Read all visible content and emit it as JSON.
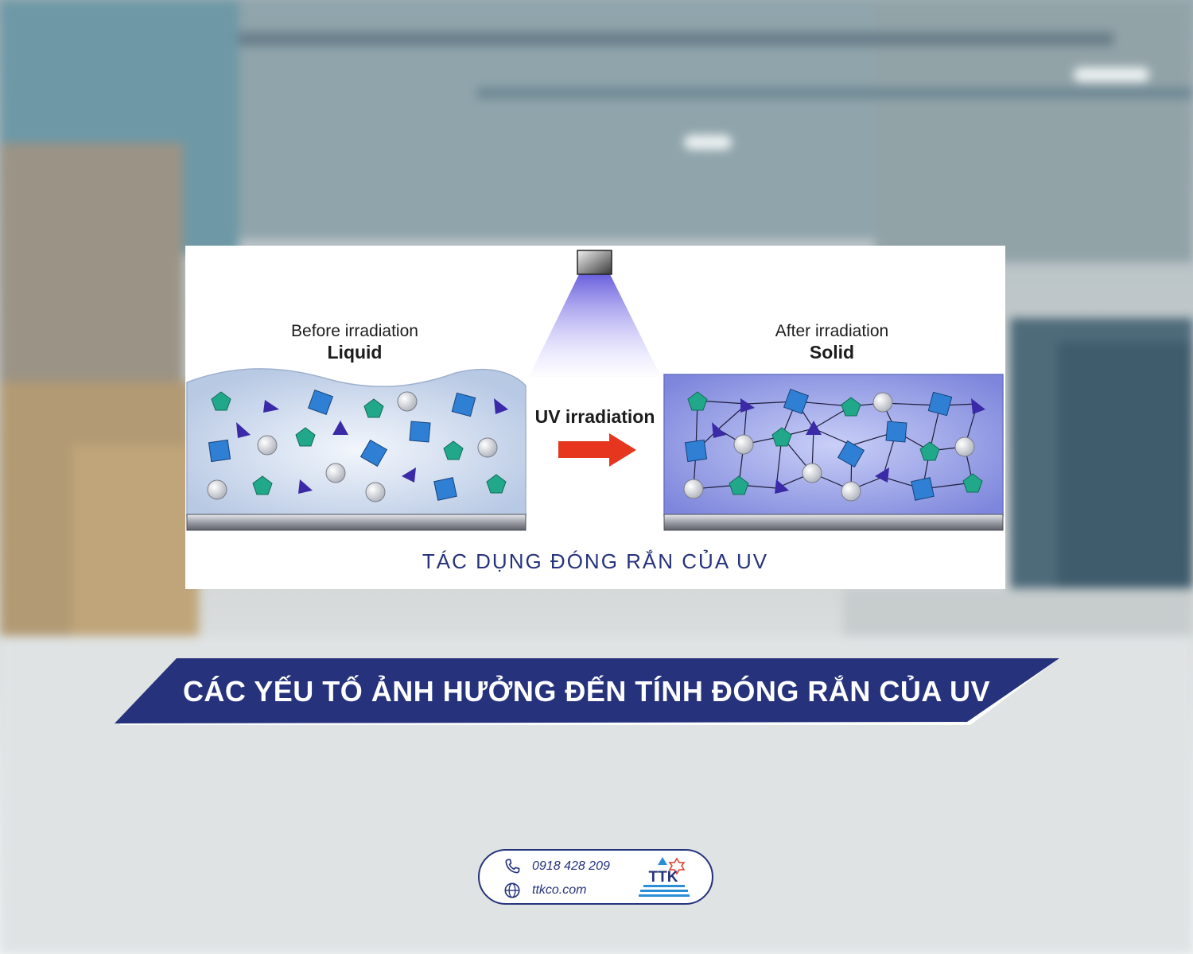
{
  "diagram": {
    "before_label": "Before irradiation",
    "before_state": "Liquid",
    "after_label": "After irradiation",
    "after_state": "Solid",
    "process_label": "UV irradiation",
    "caption": "TÁC DỤNG ĐÓNG RẮN CỦA UV"
  },
  "banner": {
    "title": "CÁC YẾU TỐ ẢNH HƯỞNG ĐẾN TÍNH ĐÓNG RẮN CỦA UV"
  },
  "contact": {
    "phone": "0918 428 209",
    "website": "ttkco.com",
    "logo_text": "TTK"
  },
  "colors": {
    "brand_navy": "#26337c",
    "arrow_red": "#e6361d",
    "liquid_fill": "#c9d6ea",
    "solid_fill": "#8f98e3"
  },
  "icons": [
    "phone-icon",
    "globe-icon",
    "uv-lamp-icon",
    "right-arrow-icon",
    "ttk-logo-icon"
  ]
}
